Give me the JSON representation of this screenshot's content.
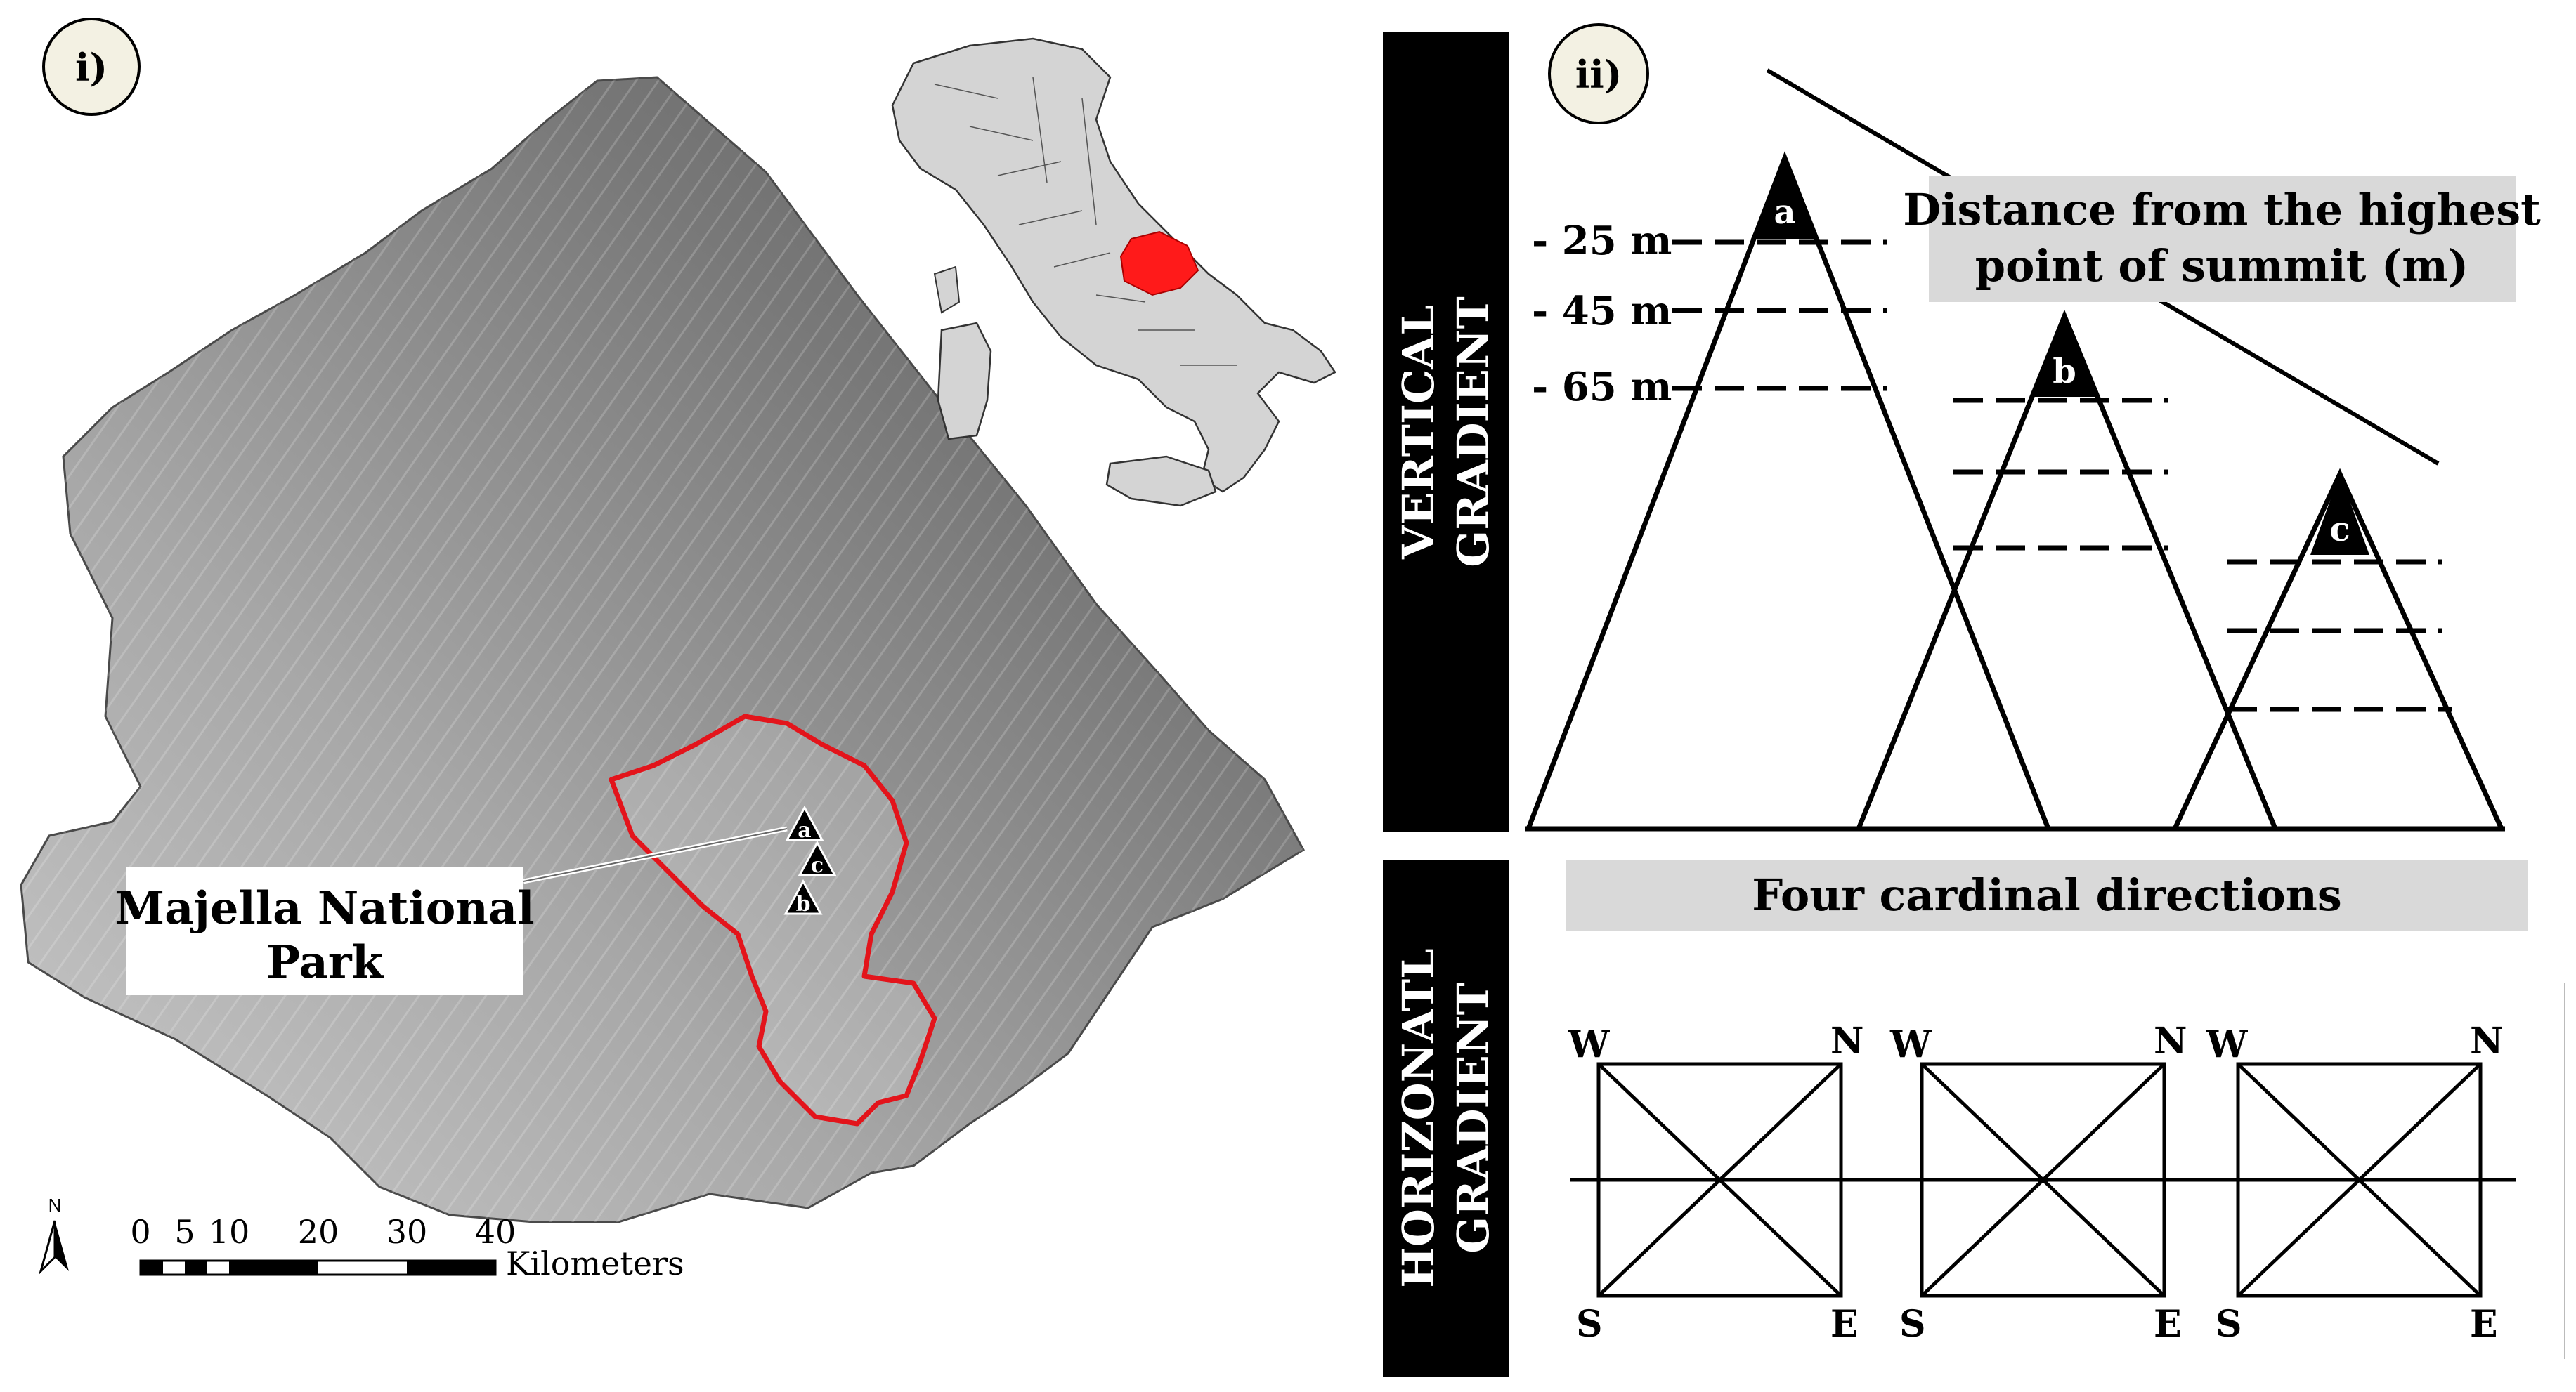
{
  "panel_i": {
    "badge": "i)",
    "park_label_line1": "Majella National",
    "park_label_line2": "Park",
    "summits": [
      "a",
      "c",
      "b"
    ],
    "north_symbol": "N",
    "scale": {
      "ticks": [
        "0",
        "5",
        "10",
        "20",
        "30",
        "40"
      ],
      "unit": "Kilometers"
    },
    "colors": {
      "park_outline": "#e3141b",
      "highlight_region": "#ff1a1a"
    }
  },
  "panel_ii": {
    "badge": "ii)",
    "vertical_bar": {
      "line1": "VERTICAL",
      "line2": "GRADIENT"
    },
    "horizontal_bar": {
      "line1": "HORIZONATL",
      "line2": "GRADIENT"
    },
    "distance_label_line1": "Distance from the highest",
    "distance_label_line2": "point of summit (m)",
    "depths": [
      "- 25 m",
      "- 45 m",
      "- 65 m"
    ],
    "summit_labels": [
      "a",
      "b",
      "c"
    ],
    "cardinal_title": "Four cardinal directions",
    "squares": [
      {
        "nw": "W",
        "ne": "N",
        "sw": "S",
        "se": "E"
      },
      {
        "nw": "W",
        "ne": "N",
        "sw": "S",
        "se": "E"
      },
      {
        "nw": "W",
        "ne": "N",
        "sw": "S",
        "se": "E"
      }
    ]
  }
}
